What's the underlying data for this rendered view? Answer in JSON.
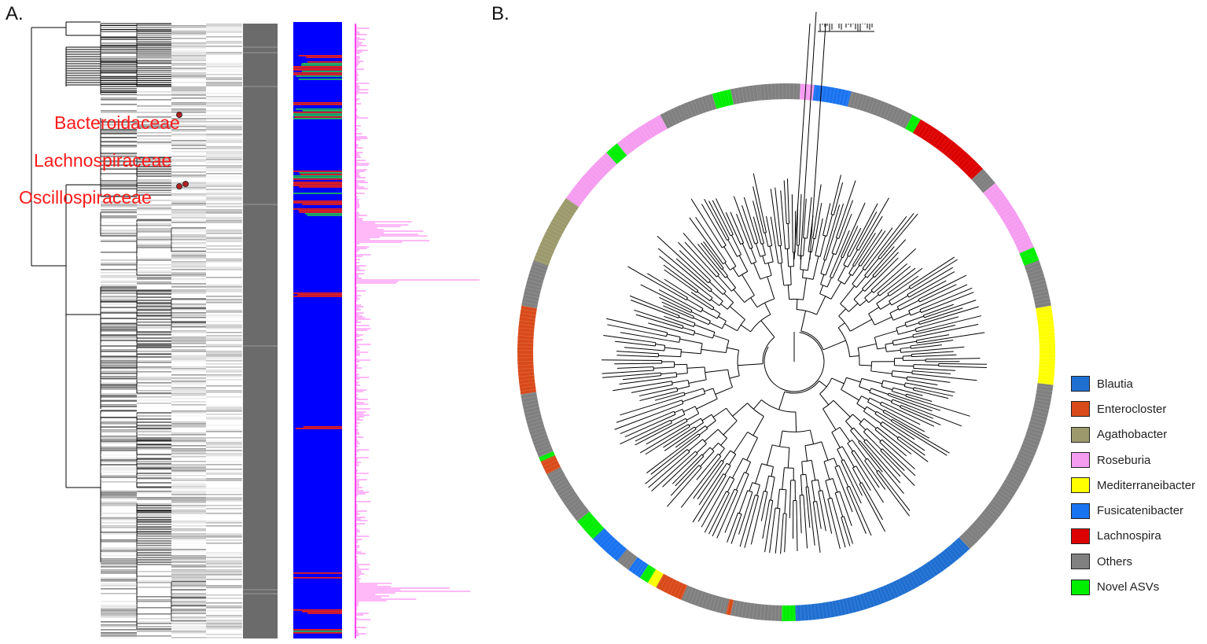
{
  "panels": {
    "a": {
      "label": "A."
    },
    "b": {
      "label": "B."
    }
  },
  "families": [
    {
      "name": "Bacteroidaceae",
      "color": "#ff1a1a"
    },
    {
      "name": "Lachnospiraceae",
      "color": "#ff1a1a"
    },
    {
      "name": "Oscillospiraceae",
      "color": "#ff1a1a"
    }
  ],
  "legend": [
    {
      "label": "Blautia",
      "color": "#1f6fd1"
    },
    {
      "label": "Enterocloster",
      "color": "#d94a1a"
    },
    {
      "label": "Agathobacter",
      "color": "#9c9a6c"
    },
    {
      "label": "Roseburia",
      "color": "#f59cf0"
    },
    {
      "label": "Mediterraneibacter",
      "color": "#ffff00"
    },
    {
      "label": "Fusicatenibacter",
      "color": "#1a73f0"
    },
    {
      "label": "Lachnospira",
      "color": "#dd0000"
    },
    {
      "label": "Others",
      "color": "#808080"
    },
    {
      "label": "Novel ASVs",
      "color": "#00ee00"
    }
  ],
  "colors": {
    "heatmap_base": "#0000ff",
    "heatmap_hit": "#ff2200",
    "heatmap_novel": "#22cc44",
    "gray_strip": "#6b6b6b",
    "abundance_bars": "#ff44ee",
    "tree": "#000000"
  }
}
